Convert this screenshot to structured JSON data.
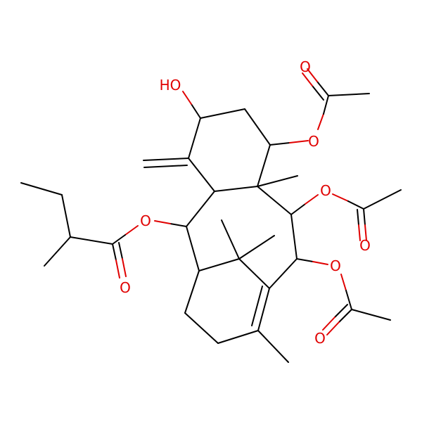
{
  "molecule": {
    "atom_labels": {
      "hydroxyl": "HO",
      "oxygens": [
        "O",
        "O",
        "O",
        "O",
        "O",
        "O",
        "O",
        "O"
      ]
    },
    "colors": {
      "bond": "#000000",
      "oxygen": "#e00000",
      "background": "#ffffff"
    }
  }
}
